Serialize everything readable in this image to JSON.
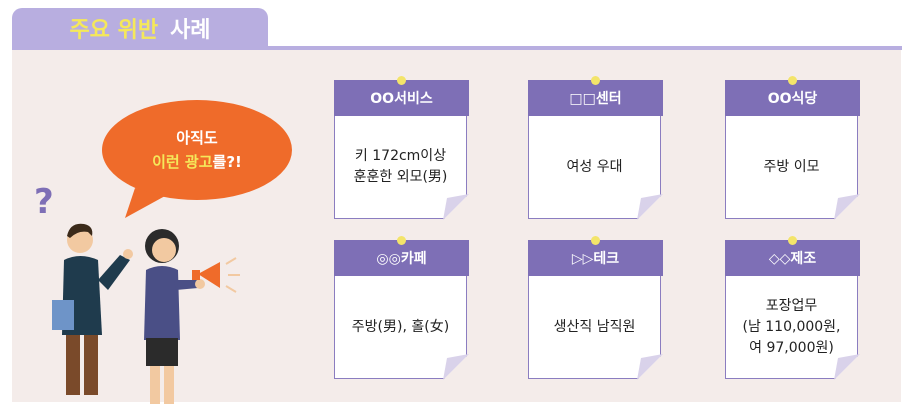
{
  "section_title": {
    "highlight": "주요 위반",
    "rest": "사례"
  },
  "bubble": {
    "line1": "아직도",
    "line2_highlight": "이런 광고",
    "line2_rest": "를?!"
  },
  "question_mark": "?",
  "cards": [
    {
      "header": "OO서비스",
      "body": [
        "키 172cm이상",
        "훈훈한 외모(男)"
      ]
    },
    {
      "header": "□□센터",
      "body": [
        "여성 우대"
      ]
    },
    {
      "header": "OO식당",
      "body": [
        "주방 이모"
      ]
    },
    {
      "header": "◎◎카페",
      "body": [
        "주방(男), 홀(女)"
      ]
    },
    {
      "header": "▷▷테크",
      "body": [
        "생산직 남직원"
      ]
    },
    {
      "header": "◇◇제조",
      "body": [
        "포장업무",
        "(남 110,000원,",
        "여 97,000원)"
      ]
    }
  ],
  "colors": {
    "purple": "#7e6fb6",
    "tab": "#b8aee0",
    "orange": "#ef6b2a",
    "yellow": "#f5e85a",
    "panel": "#f4ecea"
  },
  "icons": [
    "question-mark-icon",
    "megaphone-icon",
    "man-figure",
    "woman-figure"
  ]
}
